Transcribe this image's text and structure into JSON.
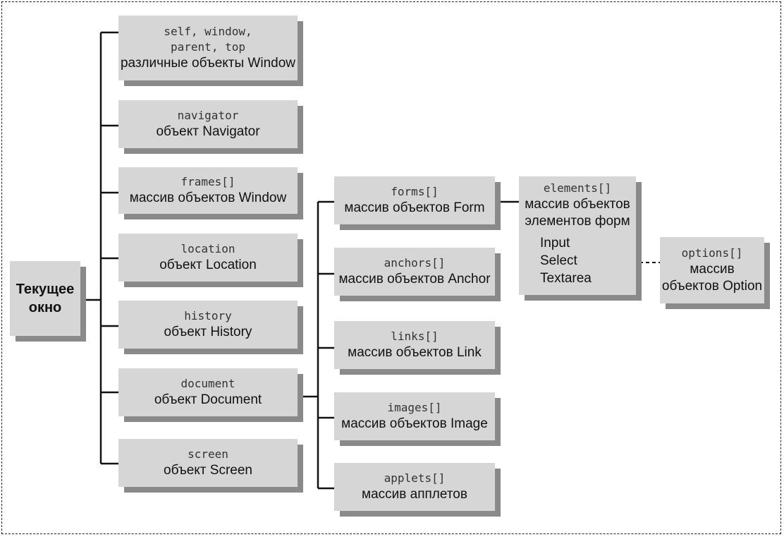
{
  "root": {
    "label_line1": "Текущее",
    "label_line2": "окно"
  },
  "window_props": [
    {
      "code": "self, window,",
      "code2": "parent, top",
      "desc": "различные объекты Window"
    },
    {
      "code": "navigator",
      "desc": "объект Navigator"
    },
    {
      "code": "frames[]",
      "desc": "массив объектов Window"
    },
    {
      "code": "location",
      "desc": "объект Location"
    },
    {
      "code": "history",
      "desc": "объект History"
    },
    {
      "code": "document",
      "desc": "объект Document"
    },
    {
      "code": "screen",
      "desc": "объект Screen"
    }
  ],
  "document_props": [
    {
      "code": "forms[]",
      "desc": "массив объектов Form"
    },
    {
      "code": "anchors[]",
      "desc": "массив объектов Anchor"
    },
    {
      "code": "links[]",
      "desc": "массив объектов Link"
    },
    {
      "code": "images[]",
      "desc": "массив объектов Image"
    },
    {
      "code": "applets[]",
      "desc": "массив апплетов"
    }
  ],
  "elements": {
    "code": "elements[]",
    "desc_line1": "массив объектов",
    "desc_line2": "элементов форм",
    "items": [
      "Input",
      "Select",
      "Textarea"
    ]
  },
  "options": {
    "code": "options[]",
    "desc_line1": "массив",
    "desc_line2": "объектов Option"
  },
  "colors": {
    "box_fill": "#d6d6d6",
    "shadow": "#8a8a8a",
    "line": "#111111"
  }
}
